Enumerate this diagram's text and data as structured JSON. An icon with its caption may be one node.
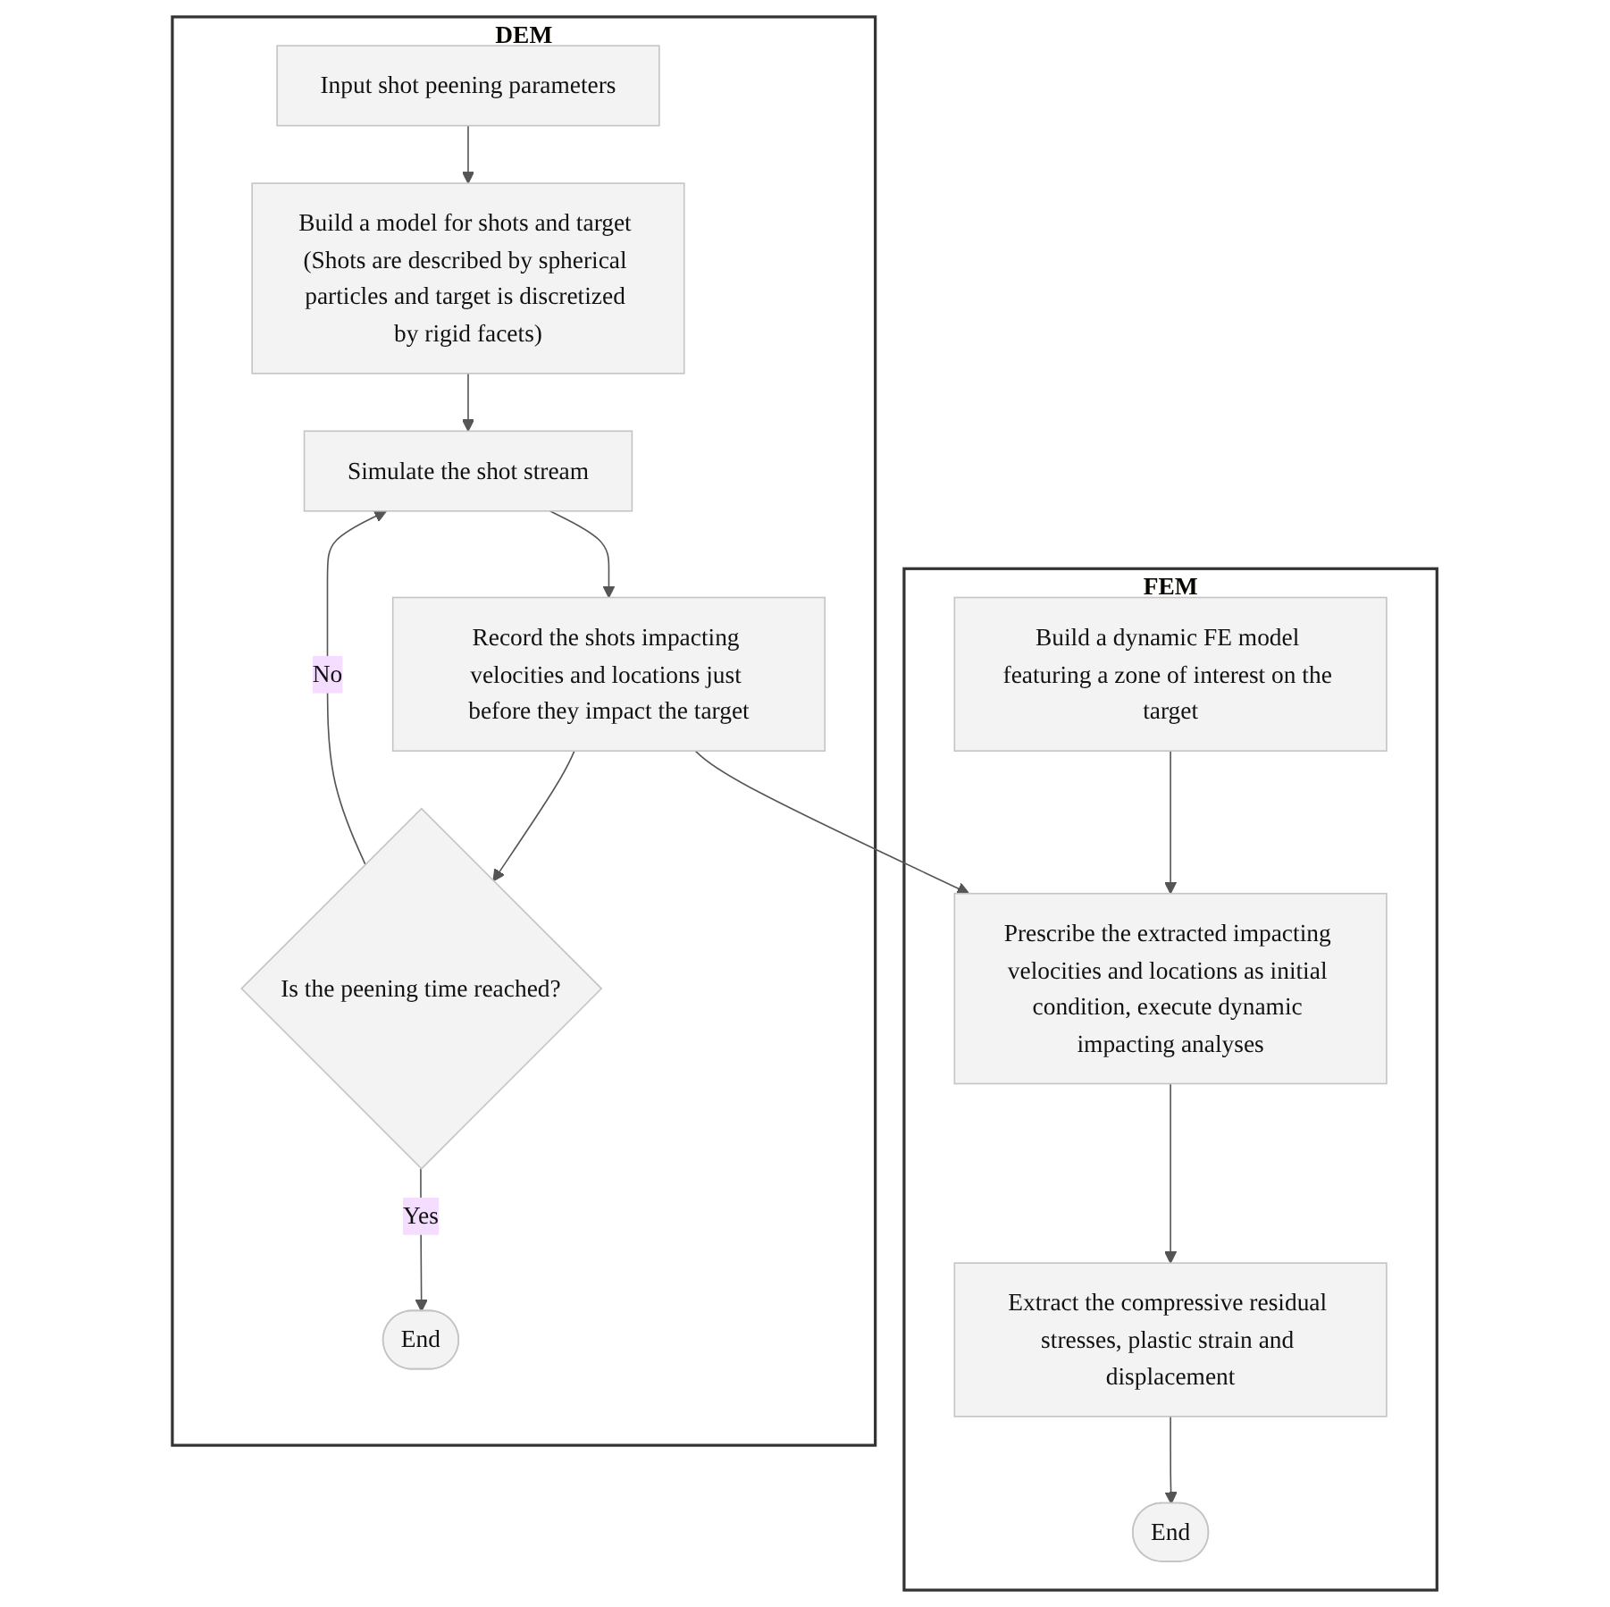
{
  "diagram": {
    "nodes": [
      {
        "text": [
          "DEM"
        ]
      },
      {
        "text": [
          "Input shot peening parameters"
        ],
        "in": 0
      },
      {
        "text": [
          "Build a model for shots and target (Shots are described by spherical particles and target is discretized by rigid facets)"
        ],
        "in": 0
      },
      {
        "text": [
          "Simulate the shot stream"
        ],
        "in": 0
      },
      {
        "text": [
          "Record the shots impacting velocities and locations just before they impact the target"
        ],
        "in": 0
      },
      {
        "text": [
          "Is the peening time reached?"
        ],
        "in": 0
      },
      {
        "text": [
          "End"
        ],
        "in": 0
      },
      {
        "text": [
          "FEM"
        ]
      },
      {
        "text": [
          "Build a dynamic FE model featuring a zone of interest on the target"
        ],
        "in": 7
      },
      {
        "text": [
          "Prescribe the extracted impacting velocities and locations as initial condition, execute dynamic impacting analyses"
        ],
        "in": 7
      },
      {
        "text": [
          "Extract the compressive residual stresses, plastic strain and displacement"
        ],
        "in": 7
      },
      {
        "text": [
          "End"
        ],
        "in": 7
      }
    ],
    "edges": [
      {
        "from": 1,
        "to": 2,
        "arrow": "to"
      },
      {
        "from": 2,
        "to": 3,
        "arrow": "to"
      },
      {
        "from": 3,
        "to": 4,
        "arrow": "to"
      },
      {
        "from": 4,
        "to": 5,
        "arrow": "to"
      },
      {
        "from": 5,
        "to": 3,
        "arrow": "to",
        "label": "No"
      },
      {
        "from": 5,
        "to": 6,
        "arrow": "to",
        "label": "Yes"
      },
      {
        "from": 4,
        "to": 9,
        "arrow": "to"
      },
      {
        "from": 8,
        "to": 9,
        "arrow": "to"
      },
      {
        "from": 9,
        "to": 10,
        "arrow": "to"
      },
      {
        "from": 10,
        "to": 11,
        "arrow": "to"
      }
    ]
  }
}
